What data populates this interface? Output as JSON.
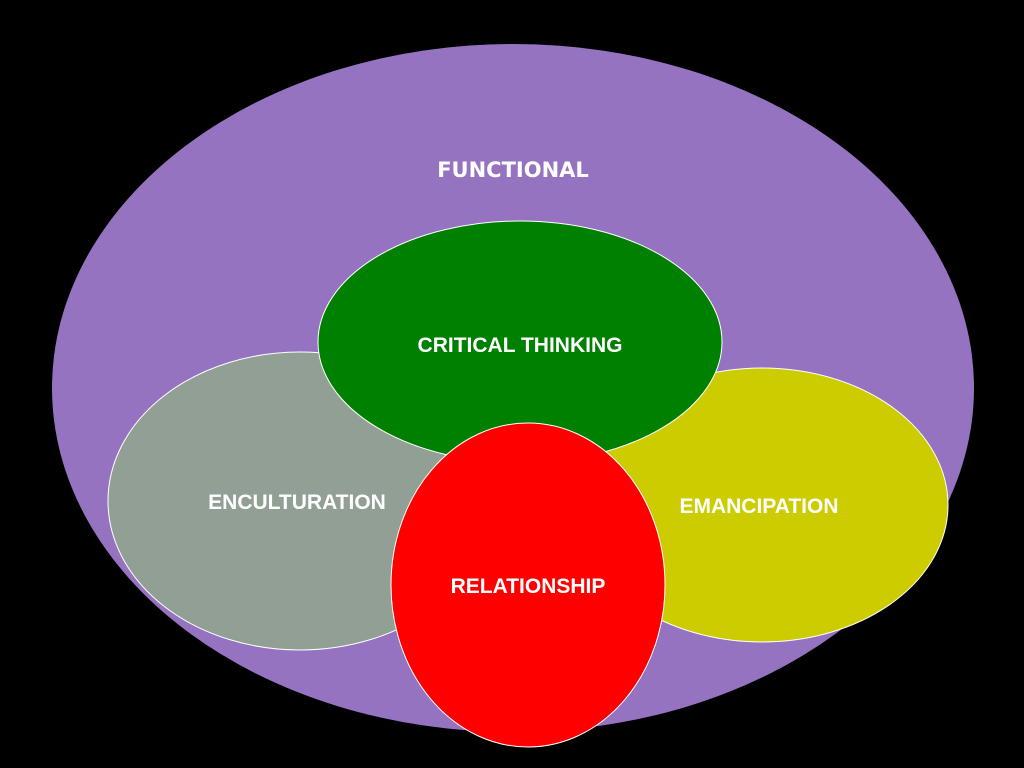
{
  "background_color": "#000000",
  "diagram": {
    "outer": {
      "label": "FUNCTIONAL",
      "color": "#9673c0"
    },
    "ellipses": {
      "enculturation": {
        "label": "ENCULTURATION",
        "color": "#919f95"
      },
      "emancipation": {
        "label": "EMANCIPATION",
        "color": "#cccc00"
      },
      "critical_thinking": {
        "label": "CRITICAL THINKING",
        "color": "#008000"
      },
      "relationship": {
        "label": "RELATIONSHIP",
        "color": "#ff0000"
      }
    }
  }
}
